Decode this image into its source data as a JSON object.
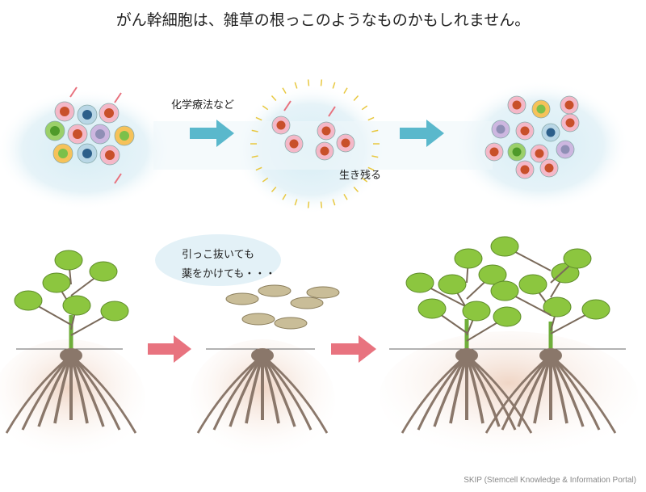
{
  "title": "がん幹細胞は、雑草の根っこのようなものかもしれません。",
  "top_row": {
    "chemo_label": "化学療法など",
    "survive_label": "生き残る"
  },
  "bottom_row": {
    "speech_line1": "引っこ抜いても",
    "speech_line2": "薬をかけても・・・"
  },
  "credit": "SKIP (Stemcell Knowledge & Information Portal)",
  "colors": {
    "cyan_arrow": "#5ab8cc",
    "pink_arrow": "#e8737f",
    "soil": "#f3ddd0",
    "leaf": "#8cc63f",
    "stem": "#7a6a5a"
  }
}
